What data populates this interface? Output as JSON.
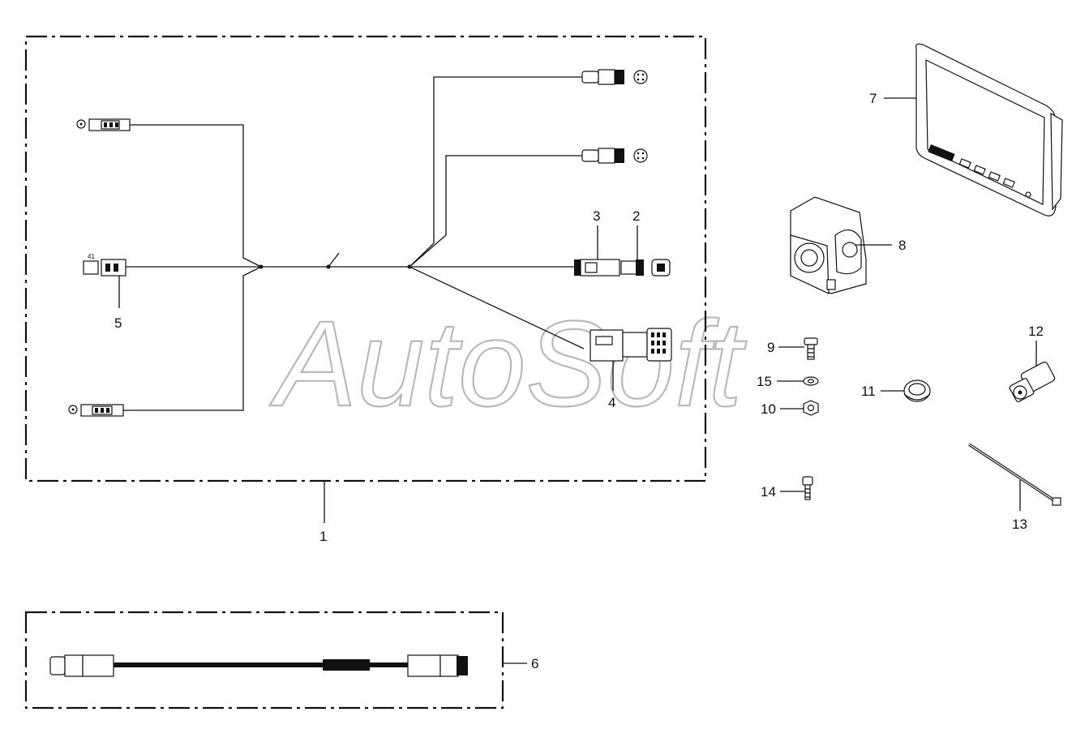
{
  "watermark": "AutoSoft",
  "callouts": {
    "c1": "1",
    "c2": "2",
    "c3": "3",
    "c4": "4",
    "c5": "5",
    "c6": "6",
    "c7": "7",
    "c8": "8",
    "c9": "9",
    "c10": "10",
    "c11": "11",
    "c12": "12",
    "c13": "13",
    "c14": "14",
    "c15": "15"
  },
  "connector_marks": {
    "plug5_pins": "41"
  }
}
